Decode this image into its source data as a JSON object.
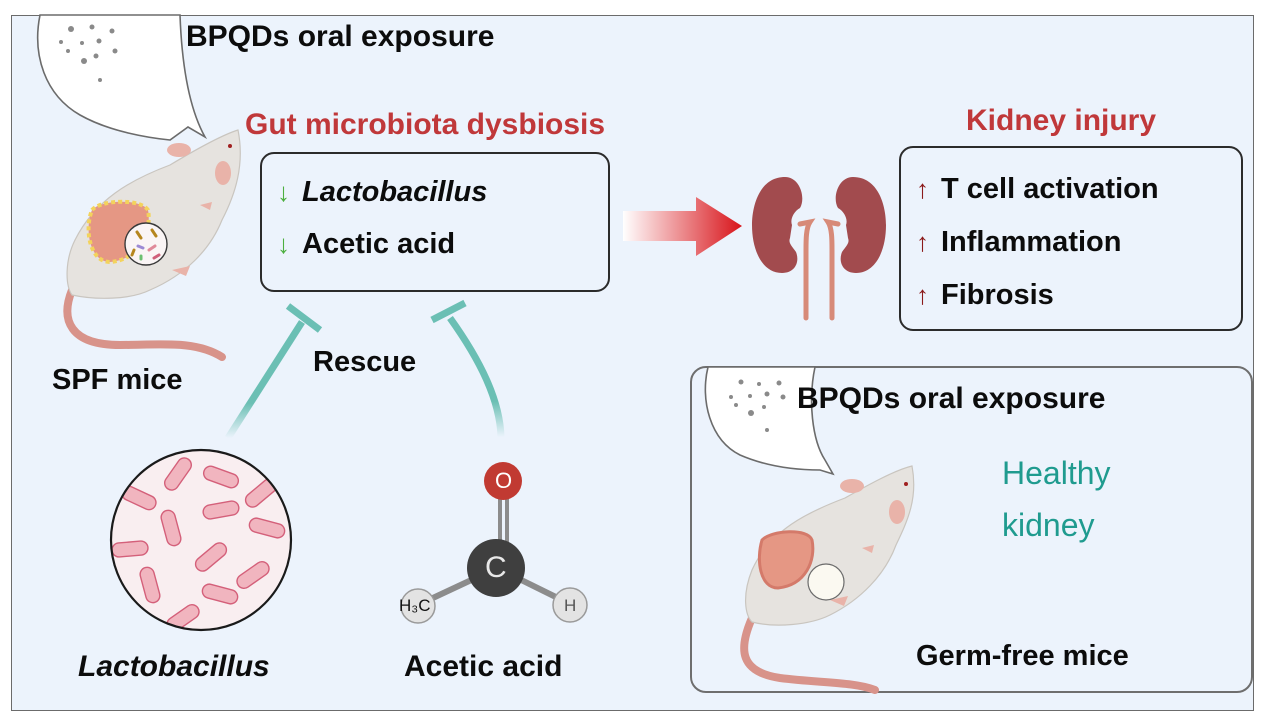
{
  "spf_panel": {
    "exposure_label": "BPQDs oral exposure",
    "mouse_label": "SPF mice",
    "dysbiosis_title": "Gut microbiota dysbiosis",
    "dysbiosis_items": [
      {
        "direction": "down",
        "arrow": "↓",
        "label": "Lactobacillus",
        "italic": true
      },
      {
        "direction": "down",
        "arrow": "↓",
        "label": "Acetic acid",
        "italic": false
      }
    ]
  },
  "kidney_panel": {
    "title": "Kidney injury",
    "items": [
      {
        "direction": "up",
        "arrow": "↑",
        "label": "T cell activation"
      },
      {
        "direction": "up",
        "arrow": "↑",
        "label": "Inflammation"
      },
      {
        "direction": "up",
        "arrow": "↑",
        "label": "Fibrosis"
      }
    ]
  },
  "rescue": {
    "label": "Rescue",
    "agents": [
      {
        "name": "Lactobacillus",
        "italic": true
      },
      {
        "name": "Acetic acid",
        "italic": false
      }
    ],
    "molecule_atoms": {
      "top": "O",
      "center": "C",
      "left": "H₃C",
      "right": "H"
    }
  },
  "germ_free_panel": {
    "exposure_label": "BPQDs oral exposure",
    "outcome_line1": "Healthy",
    "outcome_line2": "kidney",
    "mouse_label": "Germ-free mice"
  },
  "colors": {
    "background": "#ecf3fc",
    "title_red": "#c0383a",
    "healthy_teal": "#1f9b8f",
    "down_arrow_green": "#4caf3f",
    "up_arrow_darkred": "#8b1a1a",
    "inhibit_line_teal": "#6bbfb4",
    "kidney": "#a24b4e",
    "ureter": "#d78a78"
  }
}
